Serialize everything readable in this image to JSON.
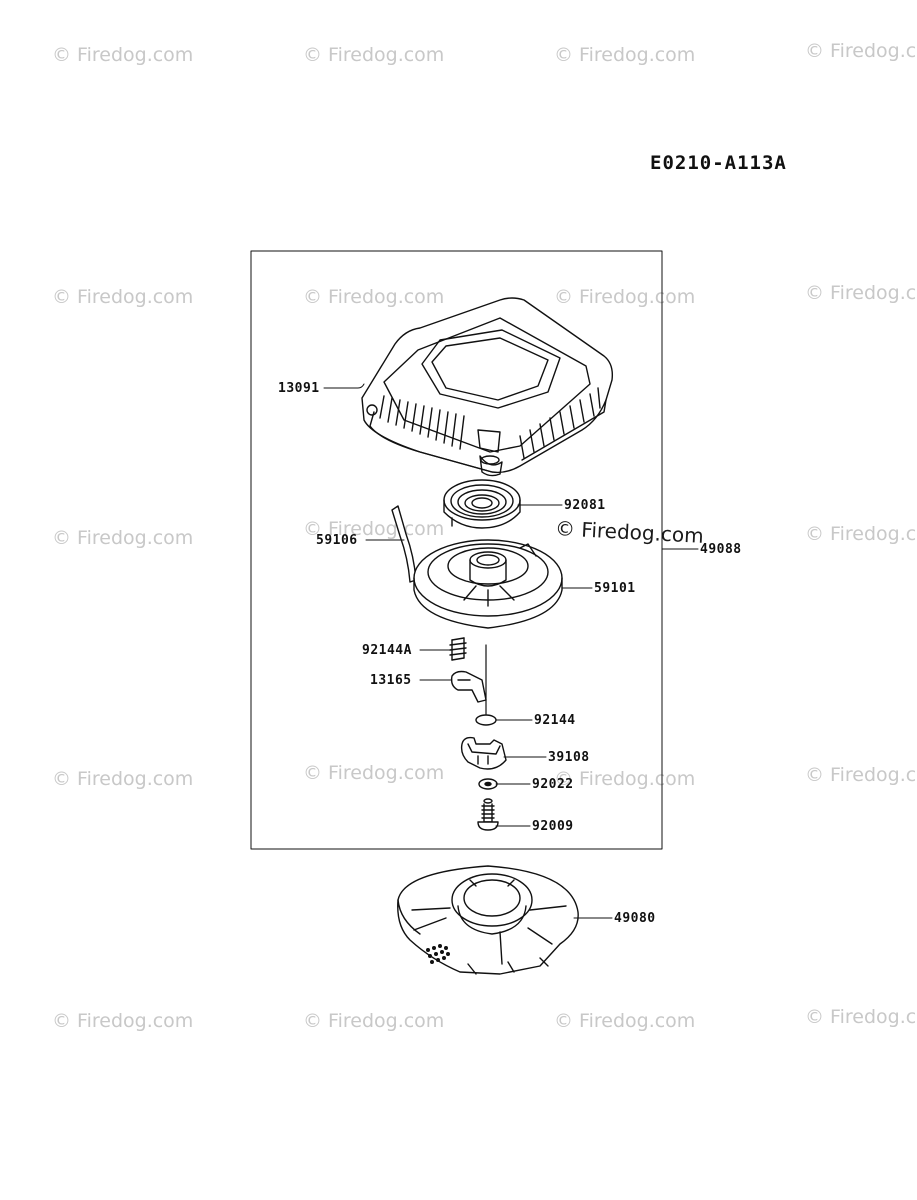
{
  "diagram_code": "E0210-A113A",
  "watermark_text": "© Firedog.com",
  "parts": [
    {
      "id": "p13091",
      "number": "13091"
    },
    {
      "id": "p92081",
      "number": "92081"
    },
    {
      "id": "p59106",
      "number": "59106"
    },
    {
      "id": "p49088",
      "number": "49088"
    },
    {
      "id": "p59101",
      "number": "59101"
    },
    {
      "id": "p92144A",
      "number": "92144A"
    },
    {
      "id": "p13165",
      "number": "13165"
    },
    {
      "id": "p92144",
      "number": "92144"
    },
    {
      "id": "p39108",
      "number": "39108"
    },
    {
      "id": "p92022",
      "number": "92022"
    },
    {
      "id": "p92009",
      "number": "92009"
    },
    {
      "id": "p49080",
      "number": "49080"
    }
  ]
}
